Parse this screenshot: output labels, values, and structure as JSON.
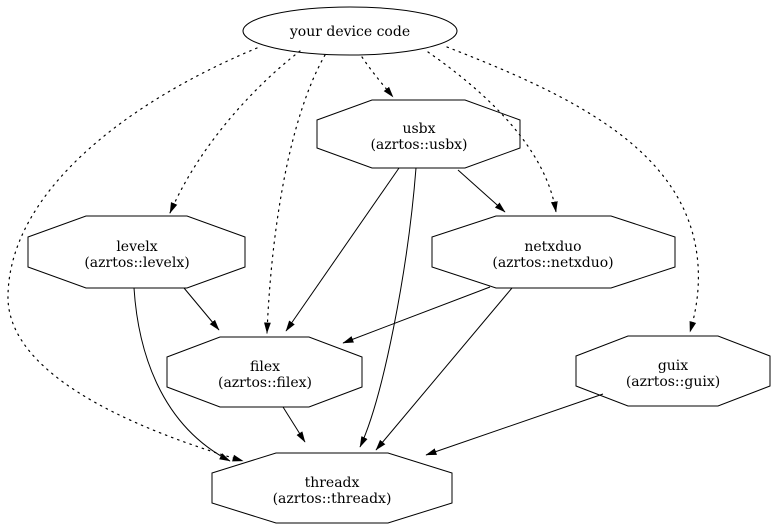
{
  "diagram": {
    "type": "dependency-graph",
    "background": "#ffffff",
    "stroke_color": "#000000",
    "text_color": "#000000",
    "root": {
      "id": "your-device-code",
      "label": "your device code",
      "shape": "ellipse"
    },
    "nodes": {
      "usbx": {
        "name": "usbx",
        "package": "(azrtos::usbx)",
        "shape": "octagon"
      },
      "levelx": {
        "name": "levelx",
        "package": "(azrtos::levelx)",
        "shape": "octagon"
      },
      "netxduo": {
        "name": "netxduo",
        "package": "(azrtos::netxduo)",
        "shape": "octagon"
      },
      "filex": {
        "name": "filex",
        "package": "(azrtos::filex)",
        "shape": "octagon"
      },
      "guix": {
        "name": "guix",
        "package": "(azrtos::guix)",
        "shape": "octagon"
      },
      "threadx": {
        "name": "threadx",
        "package": "(azrtos::threadx)",
        "shape": "octagon"
      }
    },
    "edges": [
      {
        "from": "your device code",
        "to": "usbx",
        "style": "dotted"
      },
      {
        "from": "your device code",
        "to": "levelx",
        "style": "dotted"
      },
      {
        "from": "your device code",
        "to": "netxduo",
        "style": "dotted"
      },
      {
        "from": "your device code",
        "to": "filex",
        "style": "dotted"
      },
      {
        "from": "your device code",
        "to": "guix",
        "style": "dotted"
      },
      {
        "from": "your device code",
        "to": "threadx",
        "style": "dotted"
      },
      {
        "from": "usbx",
        "to": "netxduo",
        "style": "solid"
      },
      {
        "from": "usbx",
        "to": "filex",
        "style": "solid"
      },
      {
        "from": "usbx",
        "to": "threadx",
        "style": "solid"
      },
      {
        "from": "levelx",
        "to": "filex",
        "style": "solid"
      },
      {
        "from": "levelx",
        "to": "threadx",
        "style": "solid"
      },
      {
        "from": "netxduo",
        "to": "filex",
        "style": "solid"
      },
      {
        "from": "netxduo",
        "to": "threadx",
        "style": "solid"
      },
      {
        "from": "filex",
        "to": "threadx",
        "style": "solid"
      },
      {
        "from": "guix",
        "to": "threadx",
        "style": "solid"
      }
    ]
  }
}
